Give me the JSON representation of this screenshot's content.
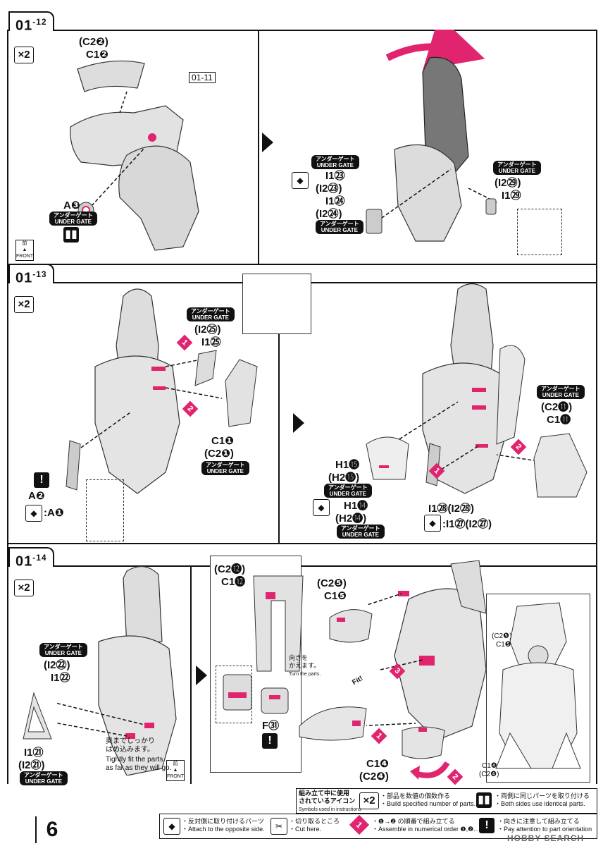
{
  "steps": {
    "s12": {
      "main": "01",
      "sub": "-12",
      "qty": "×2"
    },
    "s13": {
      "main": "01",
      "sub": "-13",
      "qty": "×2"
    },
    "s14": {
      "main": "01",
      "sub": "-14",
      "qty": "×2"
    }
  },
  "under_gate_jp": "アンダーゲート",
  "under_gate_en": "UNDER GATE",
  "panel12": {
    "c2_2": "(C2❷)",
    "c1_2": "C1❷",
    "ref": "01-11",
    "a3": "A❸",
    "i1_23_paren": "(I2㉓)",
    "i1_23": "I1㉓",
    "i1_24": "I1㉔",
    "i2_24_paren": "(I2㉔)",
    "i2_29_paren": "(I2㉙)",
    "i1_29": "I1㉙",
    "front_jp": "前",
    "front_en": "FRONT"
  },
  "panel13": {
    "i2_25": "(I2㉕)",
    "i1_25": "I1㉕",
    "c1_1": "C1❶",
    "c2_1": "(C2❶)",
    "a2": "A❷",
    "a1": ":A❶",
    "h1_15": "H1⓯",
    "h2_15": "(H2⓯)",
    "h1_14": "H1⓮",
    "h2_14": "(H2⓮)",
    "c2_11": "(C2⓫)",
    "c1_11": "C1⓫",
    "i1_28": "I1㉘(I2㉘)",
    "i1_27": ":I1㉗(I2㉗)",
    "n1": "1",
    "n2": "2"
  },
  "panel14": {
    "c2_12": "(C2⓬)",
    "c1_12": "C1⓬",
    "i2_22": "(I2㉒)",
    "i1_22": "I1㉒",
    "i1_21": "I1㉑",
    "i2_21": "(I2㉑)",
    "fit_jp1": "奥までしっかり",
    "fit_jp2": "はめ込みます。",
    "fit_en1": "Tightly fit the parts",
    "fit_en2": "as far as they will go.",
    "f61": "F㉛",
    "turn_jp1": "向きを",
    "turn_jp2": "かえます。",
    "turn_en": "Turn the parts.",
    "c2_5": "(C2❺)",
    "c1_5": "C1❺",
    "c2_5b": "(C2❺)",
    "c1_5b": "C1❺",
    "c1_4": "C1❹",
    "c2_4": "(C2❹)",
    "c1_4b": "C1❹",
    "c2_4b": "(C2❹)",
    "fit": "Fit!",
    "n1": "1",
    "n2": "2",
    "n3": "3",
    "front_jp": "前",
    "front_en": "FRONT"
  },
  "legend": {
    "title_jp1": "組み立て中に使用",
    "title_jp2": "されているアイコン",
    "title_en": "Symbols used in instructions",
    "qty_jp": "・部品を数値の個数作る",
    "qty_en": "・Build specified number of parts.",
    "both_jp": "・両側に同じパーツを取り付ける",
    "both_en": "・Both sides use identical parts.",
    "opp_jp": "・反対側に取り付けるパーツ",
    "opp_en": "・Attach to the opposite side.",
    "cut_jp": "・切り取るところ",
    "cut_en": "・Cut here.",
    "order_jp": "・❶→❷ の順番で組み立てる",
    "order_en": "・Assemble in numerical order ❶,❷...",
    "orient_jp": "・向きに注意して組み立てる",
    "orient_en": "・Pay attention to part orientation"
  },
  "page_number": "6",
  "watermark": "HOBBY SEARCH",
  "colors": {
    "accent": "#e0246e",
    "ink": "#111111"
  }
}
